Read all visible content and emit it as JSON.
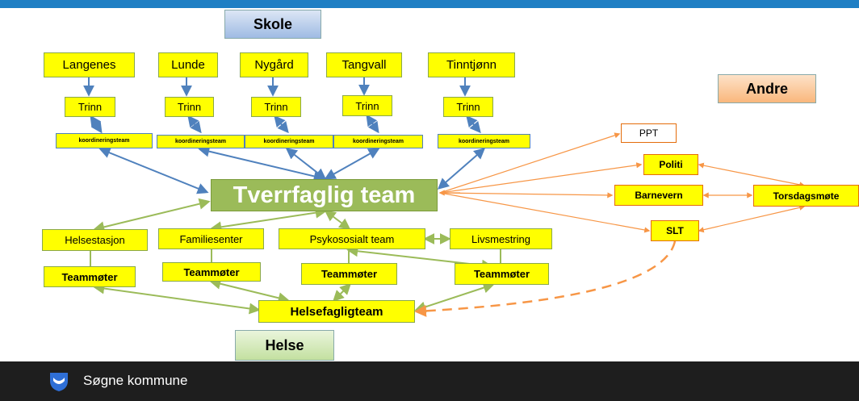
{
  "headers": {
    "skole": "Skole",
    "andre": "Andre",
    "helse": "Helse"
  },
  "central": "Tverrfaglig team",
  "schools": [
    {
      "name": "Langenes",
      "trinn": "Trinn",
      "koord": "koordineringsteam"
    },
    {
      "name": "Lunde",
      "trinn": "Trinn",
      "koord": "koordineringsteam"
    },
    {
      "name": "Nygård",
      "trinn": "Trinn",
      "koord": "koordineringsteam"
    },
    {
      "name": "Tangvall",
      "trinn": "Trinn",
      "koord": "koordineringsteam"
    },
    {
      "name": "Tinntjønn",
      "trinn": "Trinn",
      "koord": "koordineringsteam"
    }
  ],
  "andre": {
    "ppt": "PPT",
    "politi": "Politi",
    "barnevern": "Barnevern",
    "slt": "SLT",
    "torsdagsmote": "Torsdagsmøte"
  },
  "helse": {
    "helsestasjon": "Helsestasjon",
    "familiesenter": "Familiesenter",
    "psykososialt": "Psykososialt team",
    "livsmestring": "Livsmestring",
    "teammoter": "Teammøter",
    "helsefagligteam": "Helsefagligteam"
  },
  "footer": {
    "org": "Søgne kommune",
    "logo_icon": "shield-logo-icon"
  },
  "colors": {
    "school_arrows": "#4f81bd",
    "health_arrows": "#9bbb59",
    "other_arrows": "#f79646",
    "topbar": "#1f7fc4"
  }
}
